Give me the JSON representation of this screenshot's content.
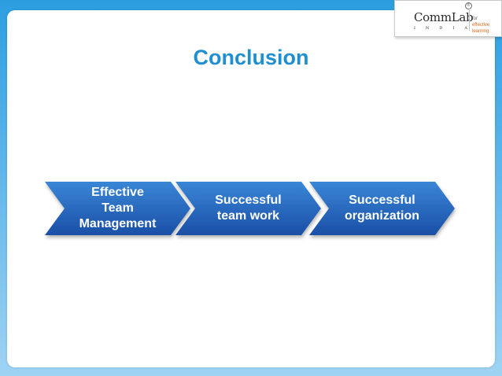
{
  "slide": {
    "title": "Conclusion"
  },
  "logo": {
    "brand": "CommLab",
    "registered": "®",
    "subletters": [
      "I",
      "N",
      "D",
      "I",
      "A"
    ],
    "tagline_line1": "for",
    "tagline_line2": "effective learning"
  },
  "process_steps": [
    {
      "label_lines": [
        "Effective",
        "Team",
        "Management"
      ]
    },
    {
      "label_lines": [
        "Successful",
        "team work"
      ]
    },
    {
      "label_lines": [
        "Successful",
        "organization"
      ]
    }
  ],
  "colors": {
    "title": "#1f8fd2",
    "chevron_top": "#3a86d6",
    "chevron_bottom": "#1a4fa6",
    "background_top": "#2b9ee0"
  }
}
